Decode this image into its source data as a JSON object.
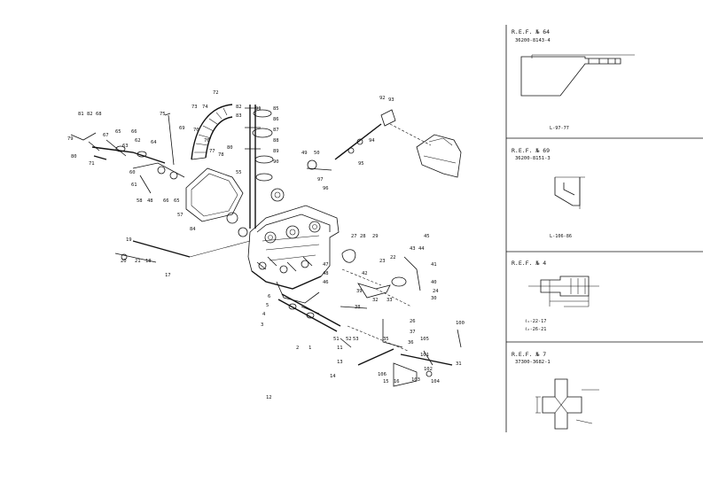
{
  "panels": [
    {
      "title": "R.E.F. № 64",
      "part": "36200-8143-4",
      "dims": [
        "L-97-77"
      ]
    },
    {
      "title": "R.E.F. № 69",
      "part": "36200-8151-3",
      "dims": [
        "L-106-86"
      ]
    },
    {
      "title": "R.E.F. № 4",
      "part": "",
      "dims": [
        "ℓ₁-22-17",
        "ℓ₂-26-21"
      ]
    },
    {
      "title": "R.E.F. № 7",
      "part": "37300-3682-1",
      "dims": []
    }
  ],
  "callouts": [
    {
      "n": "81"
    },
    {
      "n": "82"
    },
    {
      "n": "68"
    },
    {
      "n": "79"
    },
    {
      "n": "80"
    },
    {
      "n": "71"
    },
    {
      "n": "67"
    },
    {
      "n": "65"
    },
    {
      "n": "66"
    },
    {
      "n": "62"
    },
    {
      "n": "63"
    },
    {
      "n": "64"
    },
    {
      "n": "60"
    },
    {
      "n": "61"
    },
    {
      "n": "58"
    },
    {
      "n": "48"
    },
    {
      "n": "66"
    },
    {
      "n": "65"
    },
    {
      "n": "75"
    },
    {
      "n": "72"
    },
    {
      "n": "73"
    },
    {
      "n": "74"
    },
    {
      "n": "69"
    },
    {
      "n": "70"
    },
    {
      "n": "76"
    },
    {
      "n": "77"
    },
    {
      "n": "78"
    },
    {
      "n": "80"
    },
    {
      "n": "82"
    },
    {
      "n": "83"
    },
    {
      "n": "84"
    },
    {
      "n": "57"
    },
    {
      "n": "55"
    },
    {
      "n": "85"
    },
    {
      "n": "86"
    },
    {
      "n": "87"
    },
    {
      "n": "88"
    },
    {
      "n": "89"
    },
    {
      "n": "90"
    },
    {
      "n": "91"
    },
    {
      "n": "92"
    },
    {
      "n": "93"
    },
    {
      "n": "94"
    },
    {
      "n": "95"
    },
    {
      "n": "96"
    },
    {
      "n": "97"
    },
    {
      "n": "19"
    },
    {
      "n": "20"
    },
    {
      "n": "21"
    },
    {
      "n": "18"
    },
    {
      "n": "17"
    },
    {
      "n": "6"
    },
    {
      "n": "5"
    },
    {
      "n": "4"
    },
    {
      "n": "3"
    },
    {
      "n": "2"
    },
    {
      "n": "1"
    },
    {
      "n": "11"
    },
    {
      "n": "13"
    },
    {
      "n": "14"
    },
    {
      "n": "51"
    },
    {
      "n": "52"
    },
    {
      "n": "53"
    },
    {
      "n": "50"
    },
    {
      "n": "49"
    },
    {
      "n": "47"
    },
    {
      "n": "48"
    },
    {
      "n": "46"
    },
    {
      "n": "27"
    },
    {
      "n": "28"
    },
    {
      "n": "29"
    },
    {
      "n": "23"
    },
    {
      "n": "22"
    },
    {
      "n": "43"
    },
    {
      "n": "44"
    },
    {
      "n": "45"
    },
    {
      "n": "41"
    },
    {
      "n": "42"
    },
    {
      "n": "39"
    },
    {
      "n": "38"
    },
    {
      "n": "40"
    },
    {
      "n": "24"
    },
    {
      "n": "30"
    },
    {
      "n": "33"
    },
    {
      "n": "32"
    },
    {
      "n": "26"
    },
    {
      "n": "37"
    },
    {
      "n": "36"
    },
    {
      "n": "35"
    },
    {
      "n": "31"
    },
    {
      "n": "100"
    },
    {
      "n": "101"
    },
    {
      "n": "102"
    },
    {
      "n": "103"
    },
    {
      "n": "104"
    },
    {
      "n": "105"
    },
    {
      "n": "106"
    },
    {
      "n": "15"
    },
    {
      "n": "16"
    },
    {
      "n": "12"
    }
  ]
}
